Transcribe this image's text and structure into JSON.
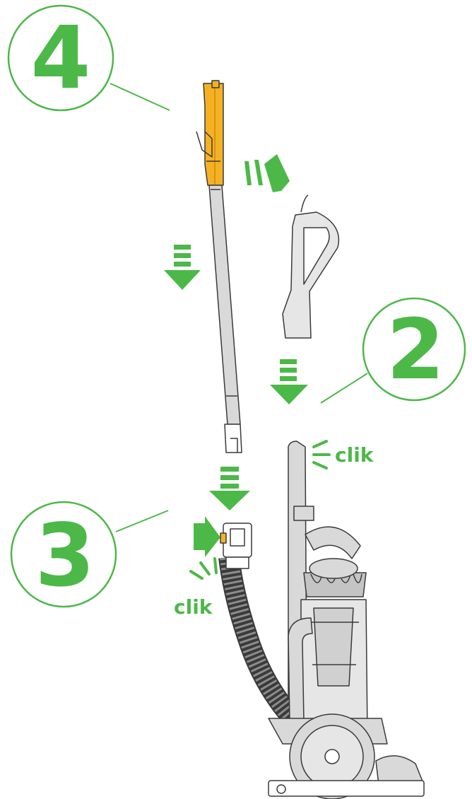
{
  "steps": {
    "step4": "4",
    "step2": "2",
    "step3": "3"
  },
  "sounds": {
    "clik_top": "clik",
    "clik_bottom": "clik"
  },
  "colors": {
    "accent": "#4cb848",
    "wand_handle": "#f4b223",
    "line": "#3a3a3a",
    "body_fill": "#d9d9d9"
  },
  "icons": {
    "arrows": [
      "arrow-down-icon",
      "arrow-diagonal-icon",
      "arrow-right-icon"
    ],
    "sound_marks": [
      "click-lines-icon"
    ]
  }
}
